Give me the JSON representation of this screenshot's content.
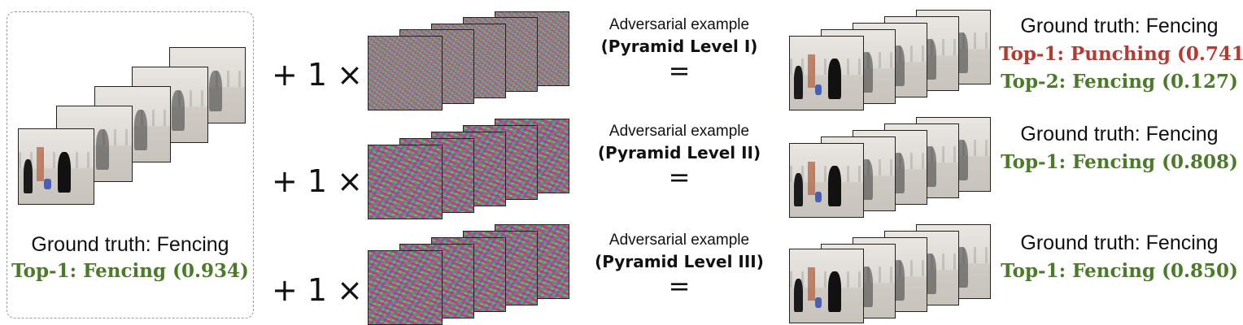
{
  "source": {
    "ground_truth": "Ground truth: Fencing",
    "prediction": "Top-1: Fencing (0.934)"
  },
  "rows": [
    {
      "operator": "+ 1 ×",
      "caption": "Adversarial example",
      "level": "(Pyramid Level I)",
      "equals": "=",
      "ground_truth": "Ground truth: Fencing",
      "predictions": [
        {
          "text": "Top-1: Punching (0.741)",
          "color": "#b23b33"
        },
        {
          "text": "Top-2: Fencing (0.127)",
          "color": "#4b7a2a"
        }
      ]
    },
    {
      "operator": "+ 1 ×",
      "caption": "Adversarial example",
      "level": "(Pyramid Level II)",
      "equals": "=",
      "ground_truth": "Ground truth: Fencing",
      "predictions": [
        {
          "text": "Top-1: Fencing (0.808)",
          "color": "#4b7a2a"
        }
      ]
    },
    {
      "operator": "+ 1 ×",
      "caption": "Adversarial example",
      "level": "(Pyramid Level III)",
      "equals": "=",
      "ground_truth": "Ground truth: Fencing",
      "predictions": [
        {
          "text": "Top-1: Fencing (0.850)",
          "color": "#4b7a2a"
        }
      ]
    }
  ],
  "colors": {
    "correct": "#4b7a2a",
    "wrong": "#b23b33",
    "dashed_border": "#9a9a9a"
  }
}
